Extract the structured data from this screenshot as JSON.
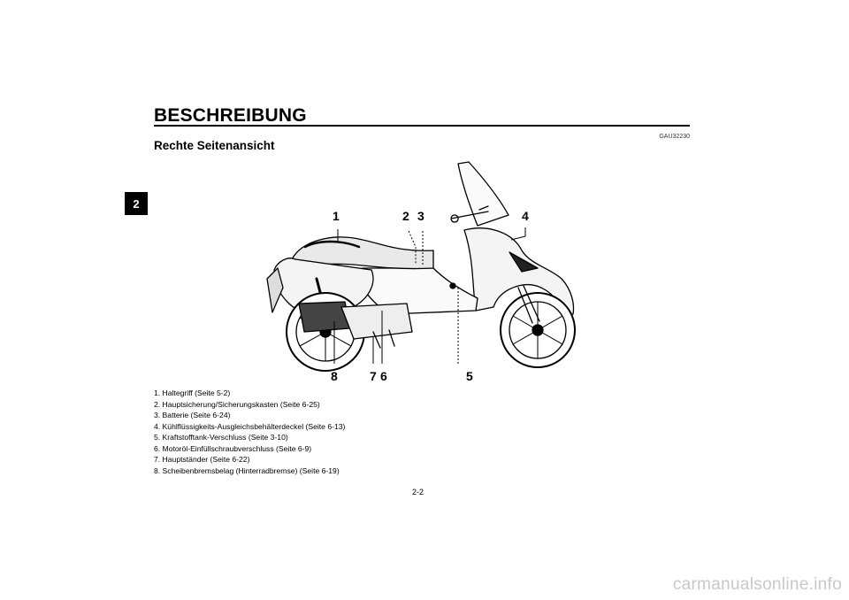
{
  "chapter_tab": "2",
  "header": {
    "title": "BESCHREIBUNG",
    "doc_code": "GAU32230"
  },
  "section": {
    "title": "Rechte Seitenansicht"
  },
  "figure": {
    "callouts": [
      "1",
      "2",
      "3",
      "4",
      "5",
      "6",
      "7",
      "8"
    ]
  },
  "legend": [
    "1. Haltegriff (Seite 5-2)",
    "2. Hauptsicherung/Sicherungskasten (Seite 6-25)",
    "3. Batterie (Seite 6-24)",
    "4. Kühlflüssigkeits-Ausgleichsbehälterdeckel (Seite 6-13)",
    "5. Kraftstofftank-Verschluss (Seite 3-10)",
    "6. Motoröl-Einfüllschraubverschluss (Seite 6-9)",
    "7. Hauptständer (Seite 6-22)",
    "8. Scheibenbremsbelag (Hinterradbremse) (Seite 6-19)"
  ],
  "footer": {
    "page_number": "2-2",
    "watermark": "carmanualsonline.info"
  }
}
